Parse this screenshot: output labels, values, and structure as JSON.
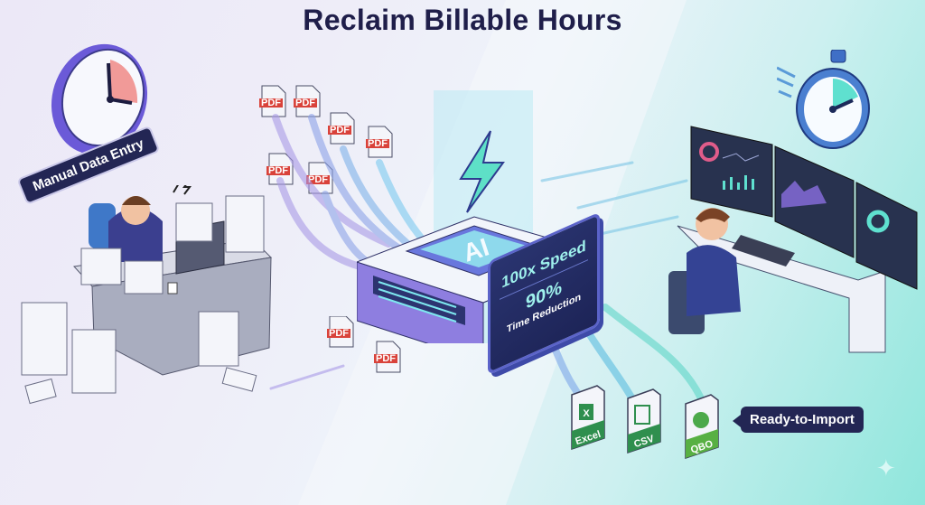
{
  "title": "Reclaim Billable Hours",
  "left_scene": {
    "label": "Manual Data Entry",
    "clock_icon": "wall-clock-icon",
    "stress_icon": "stress-lightning-icon"
  },
  "center_scene": {
    "chip_label": "AI",
    "input_files": [
      "PDF",
      "PDF",
      "PDF",
      "PDF",
      "PDF",
      "PDF",
      "PDF",
      "PDF"
    ],
    "stats": {
      "speed": "100x Speed",
      "reduction_value": "90%",
      "reduction_label": "Time Reduction"
    }
  },
  "right_scene": {
    "stopwatch_icon": "stopwatch-icon",
    "output_files": [
      {
        "label": "Excel",
        "icon": "excel-icon"
      },
      {
        "label": "CSV",
        "icon": "csv-icon"
      },
      {
        "label": "QBO",
        "icon": "qbo-icon"
      }
    ],
    "ready_label": "Ready-to-Import"
  },
  "colors": {
    "title": "#1f1e4a",
    "tag_bg": "#232654",
    "accent_teal": "#5fe0cf",
    "accent_purple": "#6d5ad6",
    "pdf_red": "#d9423a",
    "file_green": "#2f8f4e"
  }
}
